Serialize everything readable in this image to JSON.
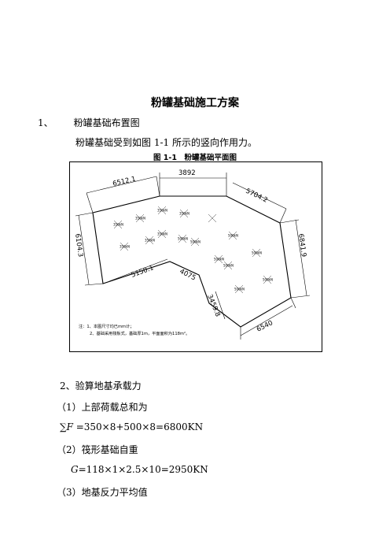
{
  "doc": {
    "title": "粉罐基础施工方案",
    "section1": {
      "num": "1、",
      "text": "粉罐基础布置图"
    },
    "para1": "粉罐基础受到如图 1-1 所示的竖向作用力。",
    "figure": {
      "caption": "图 1-1　粉罐基础平面图",
      "dims": {
        "top_left": "6512.1",
        "top_mid": "3892",
        "top_right": "5704.2",
        "left": "6104.3",
        "right": "6841.9",
        "bottom_left": "5150.1",
        "bottom_mid": "4075",
        "bottom_diag": "3459.8",
        "bottom_right": "6540"
      },
      "load_large": "500kN",
      "load_small": "350kN",
      "notes": [
        "注：1、本图尺寸均已mm计；",
        "2、基础采用筏板式，基础厚1m，平面面积为118m²。"
      ]
    },
    "section2": {
      "num": "2、",
      "text": "验算地基承载力"
    },
    "item1": "（1）上部荷载总和为",
    "eq1": {
      "prefix": "∑",
      "symbol": "F",
      "expr": " =350×8+500×8=6800KN"
    },
    "item2": "（2）筏形基础自重",
    "eq2": {
      "symbol": "G",
      "expr": "=118×1×2.5×10=2950KN"
    },
    "item3": "（3）地基反力平均值"
  }
}
